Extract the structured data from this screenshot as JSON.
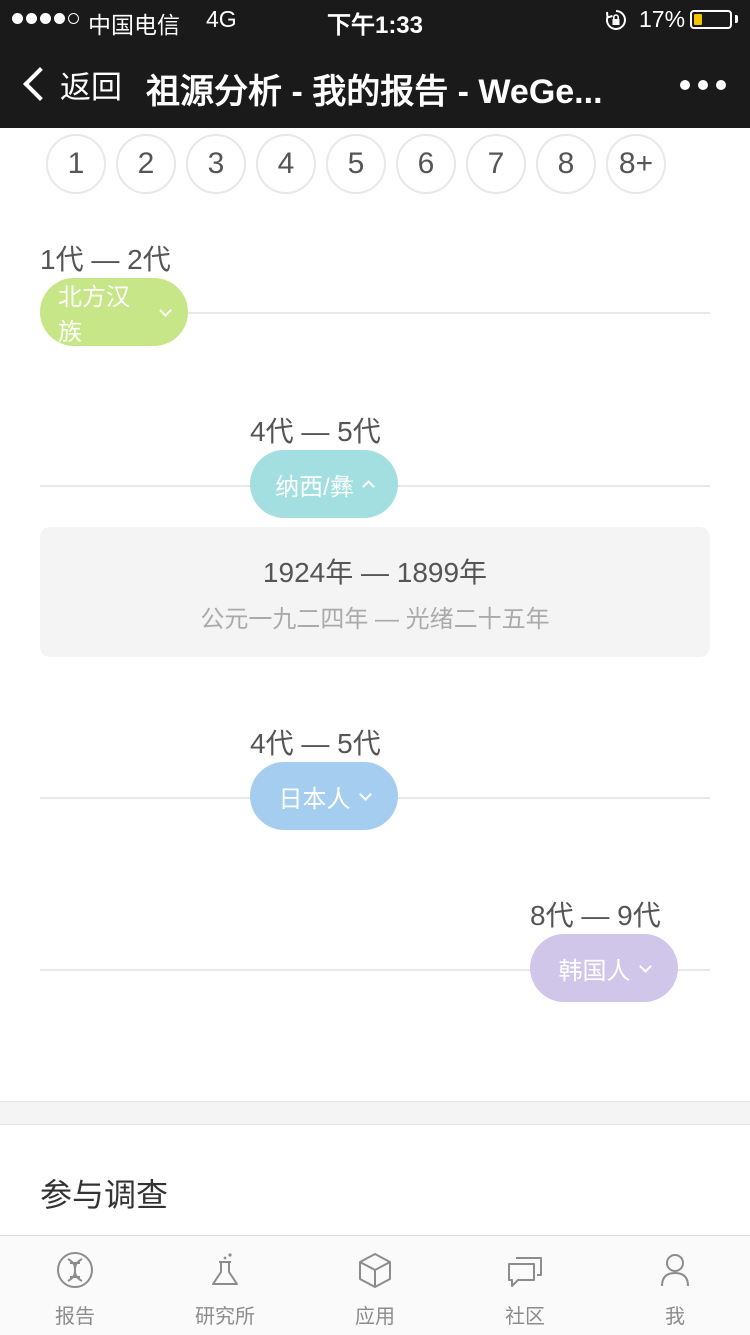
{
  "status_bar": {
    "carrier": "中国电信",
    "network": "4G",
    "time": "下午1:33",
    "battery": "17%",
    "battery_level": 0.17
  },
  "nav": {
    "back_label": "返回",
    "title": "祖源分析 - 我的报告 - WeGe...",
    "more_icon": "more-dots-icon"
  },
  "generations": [
    "1",
    "2",
    "3",
    "4",
    "5",
    "6",
    "7",
    "8",
    "8+"
  ],
  "timeline": [
    {
      "range": "1代 — 2代",
      "label": "北方汉族",
      "color": "#c7e687",
      "expanded": false
    },
    {
      "range": "4代 — 5代",
      "label": "纳西/彝",
      "color": "#a3dfe0",
      "expanded": true,
      "detail": {
        "years": "1924年 — 1899年",
        "chinese_years": "公元一九二四年 — 光绪二十五年"
      }
    },
    {
      "range": "4代 — 5代",
      "label": "日本人",
      "color": "#a5cdf0",
      "expanded": false
    },
    {
      "range": "8代 — 9代",
      "label": "韩国人",
      "color": "#d0c6ea",
      "expanded": false
    }
  ],
  "survey": {
    "title": "参与调查"
  },
  "tabs": [
    {
      "label": "报告",
      "icon": "dna-icon"
    },
    {
      "label": "研究所",
      "icon": "flask-icon"
    },
    {
      "label": "应用",
      "icon": "cube-icon"
    },
    {
      "label": "社区",
      "icon": "chat-icon"
    },
    {
      "label": "我",
      "icon": "user-icon"
    }
  ]
}
